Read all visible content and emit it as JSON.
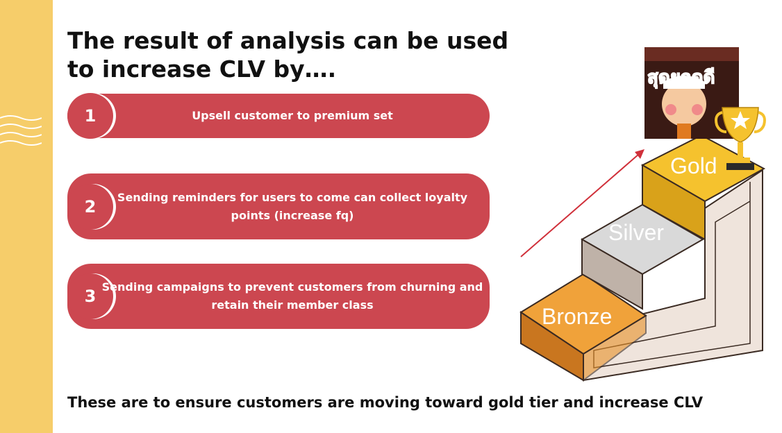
{
  "slide": {
    "title": "The result of analysis can be used to increase CLV by….",
    "items": [
      {
        "number": "1",
        "text": "Upsell customer to premium set"
      },
      {
        "number": "2",
        "text": "Sending reminders for users to come can collect loyalty points (increase fq)"
      },
      {
        "number": "3",
        "text": "Sending campaigns to prevent customers from churning and retain their member class"
      }
    ],
    "footer": "These are to ensure customers are moving toward gold tier and increase CLV"
  },
  "illustration": {
    "tiers": [
      "Bronze",
      "Silver",
      "Gold"
    ],
    "sticker_text": "สุดยอดดี"
  },
  "colors": {
    "accent_red": "#cc4750",
    "side_bar": "#f6cd6a",
    "gold": "#f5c22e",
    "silver": "#d9d9d9",
    "bronze": "#e8922a",
    "arrow": "#d0303a"
  }
}
